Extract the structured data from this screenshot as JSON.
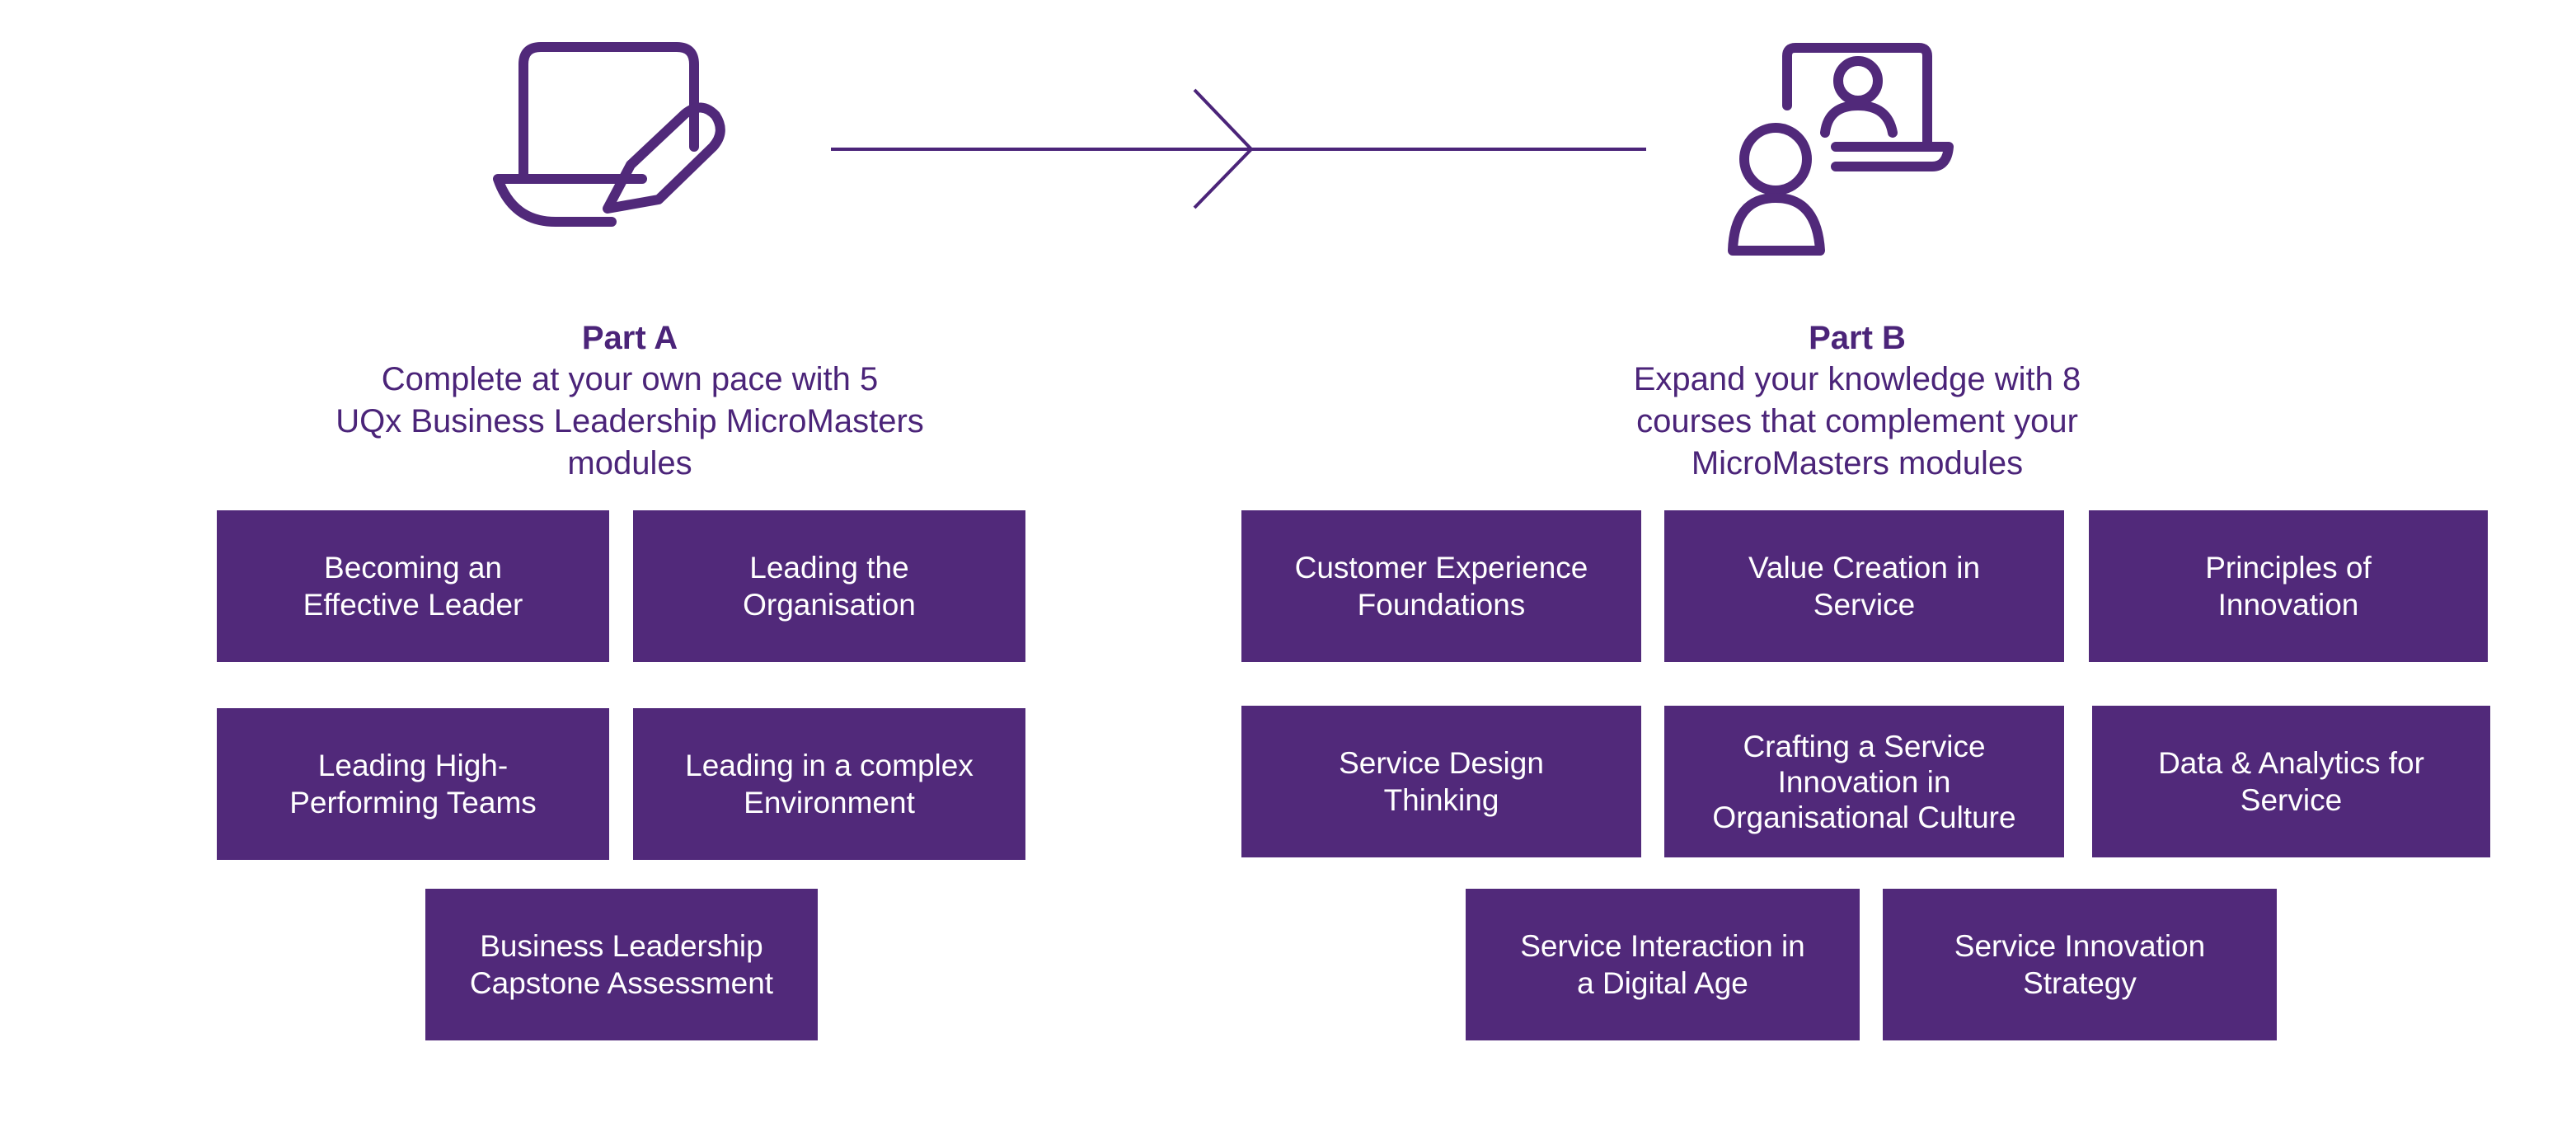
{
  "colors": {
    "brand_purple": "#51297a",
    "text_purple": "#4b2479",
    "box_text": "#ffffff",
    "background": "#ffffff"
  },
  "icons": {
    "part_a": "laptop-pencil-icon",
    "flow": "arrow-right-icon",
    "part_b": "video-conference-icon"
  },
  "part_a": {
    "title": "Part A",
    "description": "Complete at your own pace with 5\nUQx Business Leadership MicroMasters\nmodules",
    "modules": [
      {
        "label": "Becoming an\nEffective Leader"
      },
      {
        "label": "Leading the\nOrganisation"
      },
      {
        "label": "Leading High-\nPerforming Teams"
      },
      {
        "label": "Leading in a complex\nEnvironment"
      },
      {
        "label": "Business Leadership\nCapstone Assessment"
      }
    ]
  },
  "part_b": {
    "title": "Part B",
    "description": "Expand your knowledge with 8\ncourses that complement your\nMicroMasters modules",
    "courses": [
      {
        "label": "Customer Experience\nFoundations"
      },
      {
        "label": "Value Creation in\nService"
      },
      {
        "label": "Principles of\nInnovation"
      },
      {
        "label": "Service Design\nThinking"
      },
      {
        "label": "Crafting a Service\nInnovation in\nOrganisational Culture"
      },
      {
        "label": "Data & Analytics for\nService"
      },
      {
        "label": "Service Interaction in\na Digital Age"
      },
      {
        "label": "Service Innovation\nStrategy"
      }
    ]
  }
}
